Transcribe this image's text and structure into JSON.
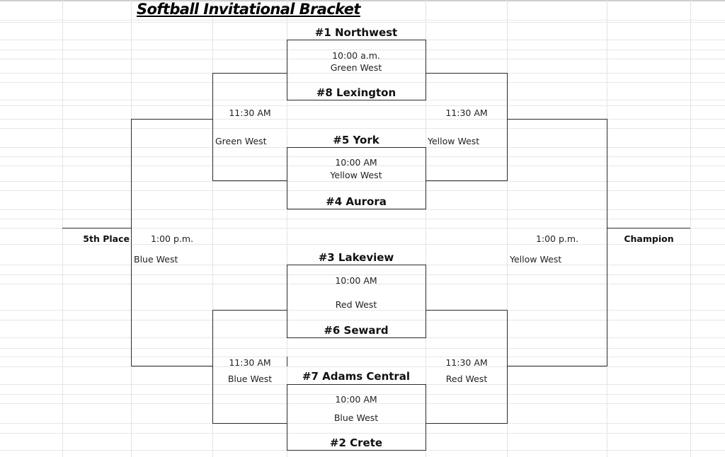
{
  "title": "Softball Invitational  Bracket",
  "first_round": [
    {
      "top_team": "#1 Northwest",
      "time": "10:00 a.m.",
      "field": "Green West",
      "bottom_team": "#8 Lexington"
    },
    {
      "top_team": "#5 York",
      "time": "10:00 AM",
      "field": "Yellow West",
      "bottom_team": "#4 Aurora"
    },
    {
      "top_team": "#3 Lakeview",
      "time": "10:00 AM",
      "field": "Red West",
      "bottom_team": "#6 Seward"
    },
    {
      "top_team": "#7 Adams Central",
      "time": "10:00 AM",
      "field": "Blue West",
      "bottom_team": "#2 Crete"
    }
  ],
  "second_round": {
    "upper_left": {
      "time": "11:30 AM",
      "field": "Green West"
    },
    "upper_right": {
      "time": "11:30 AM",
      "field": "Yellow West"
    },
    "lower_left": {
      "time": "11:30 AM",
      "field": "Blue West"
    },
    "lower_right": {
      "time": "11:30 AM",
      "field": "Red West"
    }
  },
  "finals": {
    "left": {
      "label": "5th Place",
      "time": "1:00 p.m.",
      "field": "Blue West"
    },
    "right": {
      "label": "Champion",
      "time": "1:00 p.m.",
      "field": "Yellow West"
    }
  }
}
